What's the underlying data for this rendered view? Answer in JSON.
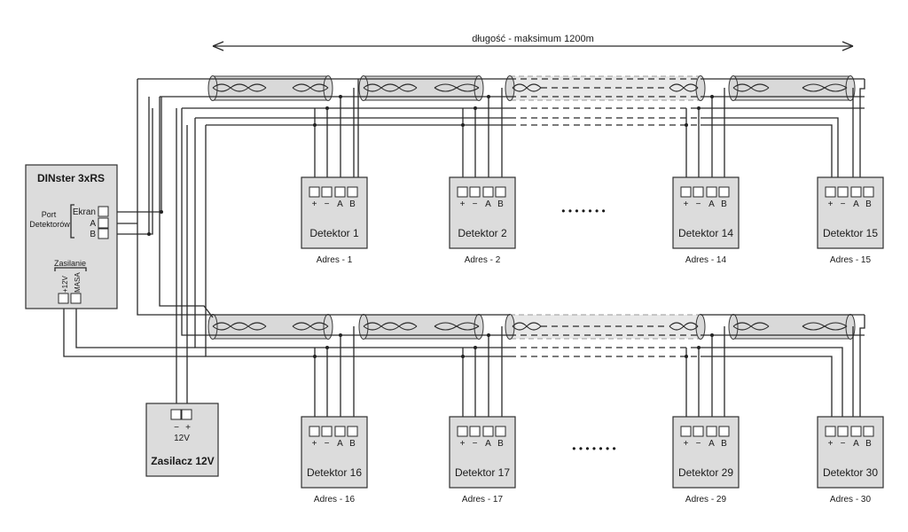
{
  "length_label": "długość - maksimum 1200m",
  "controller": {
    "title": "DINster 3xRS",
    "port_label_line1": "Port",
    "port_label_line2": "Detektorów",
    "ekran": "Ekran",
    "a": "A",
    "b": "B",
    "zasilanie": "Zasilanie",
    "plus12v": "+12V",
    "masa": "MASA"
  },
  "psu": {
    "minus": "−",
    "plus": "+",
    "voltage": "12V",
    "title": "Zasilacz 12V"
  },
  "terminal_labels": {
    "plus": "+",
    "minus": "−",
    "a": "A",
    "b": "B"
  },
  "row1": [
    {
      "name": "Detektor 1",
      "address": "Adres - 1"
    },
    {
      "name": "Detektor 2",
      "address": "Adres - 2"
    },
    {
      "name": "Detektor 14",
      "address": "Adres - 14"
    },
    {
      "name": "Detektor 15",
      "address": "Adres - 15"
    }
  ],
  "row2": [
    {
      "name": "Detektor 16",
      "address": "Adres - 16"
    },
    {
      "name": "Detektor 17",
      "address": "Adres - 17"
    },
    {
      "name": "Detektor 29",
      "address": "Adres - 29"
    },
    {
      "name": "Detektor 30",
      "address": "Adres - 30"
    }
  ],
  "ellipsis": "• • • • • • •"
}
